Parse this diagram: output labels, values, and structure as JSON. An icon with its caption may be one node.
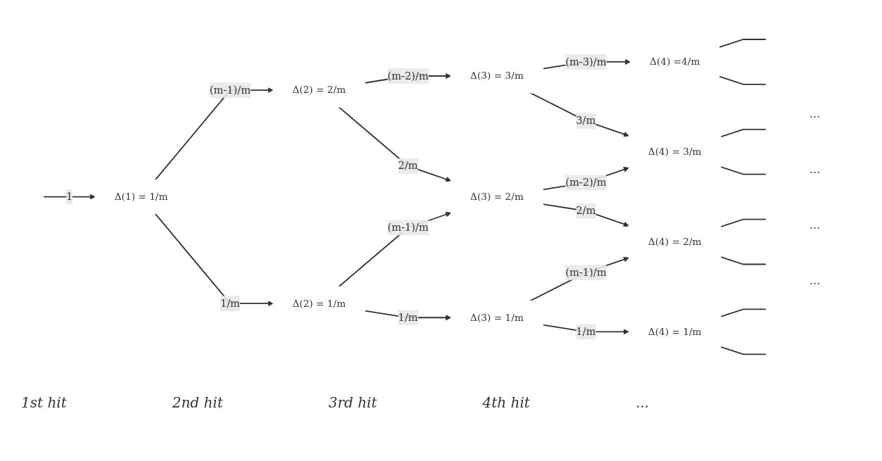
{
  "diagram": {
    "nodes": [
      {
        "text": [
          "Δ(1) = 1/m"
        ]
      },
      {
        "text": [
          "Δ(2) = 2/m"
        ]
      },
      {
        "text": [
          "Δ(2) = 1/m"
        ]
      },
      {
        "text": [
          "Δ(3) = 3/m"
        ]
      },
      {
        "text": [
          "Δ(3) = 2/m"
        ]
      },
      {
        "text": [
          "Δ(3) = 1/m"
        ]
      },
      {
        "text": [
          "Δ(4) =4/m"
        ]
      },
      {
        "text": [
          "Δ(4) = 3/m"
        ]
      },
      {
        "text": [
          "Δ(4) = 2/m"
        ]
      },
      {
        "text": [
          "Δ(4) = 1/m"
        ]
      }
    ],
    "edges": [
      {
        "from": null,
        "to": 0,
        "arrow": "to",
        "label": "1"
      },
      {
        "from": 0,
        "to": 1,
        "arrow": "to",
        "label": "(m-1)/m"
      },
      {
        "from": 0,
        "to": 2,
        "arrow": "to",
        "label": "1/m"
      },
      {
        "from": 1,
        "to": 3,
        "arrow": "to",
        "label": "(m-2)/m"
      },
      {
        "from": 1,
        "to": 4,
        "arrow": "to",
        "label": "2/m"
      },
      {
        "from": 2,
        "to": 4,
        "arrow": "to",
        "label": "(m-1)/m"
      },
      {
        "from": 2,
        "to": 5,
        "arrow": "to",
        "label": "1/m"
      },
      {
        "from": 3,
        "to": 6,
        "arrow": "to",
        "label": "(m-3)/m"
      },
      {
        "from": 3,
        "to": 7,
        "arrow": "to",
        "label": "3/m"
      },
      {
        "from": 4,
        "to": 7,
        "arrow": "to",
        "label": "(m-2)/m"
      },
      {
        "from": 4,
        "to": 8,
        "arrow": "to",
        "label": "2/m"
      },
      {
        "from": 5,
        "to": 8,
        "arrow": "to",
        "label": "(m-1)/m"
      },
      {
        "from": 5,
        "to": 9,
        "arrow": "to",
        "label": "1/m"
      },
      {
        "from": 6,
        "to": null,
        "arrow": "none"
      },
      {
        "from": 6,
        "to": null,
        "arrow": "none"
      },
      {
        "from": 7,
        "to": null,
        "arrow": "none"
      },
      {
        "from": 7,
        "to": null,
        "arrow": "none"
      },
      {
        "from": 8,
        "to": null,
        "arrow": "none"
      },
      {
        "from": 8,
        "to": null,
        "arrow": "none"
      },
      {
        "from": 9,
        "to": null,
        "arrow": "none"
      },
      {
        "from": 9,
        "to": null,
        "arrow": "none"
      }
    ],
    "labels": [
      "...",
      "...",
      "...",
      "...",
      "1st hit",
      "2nd hit",
      "3rd hit",
      "4th hit",
      "..."
    ]
  }
}
